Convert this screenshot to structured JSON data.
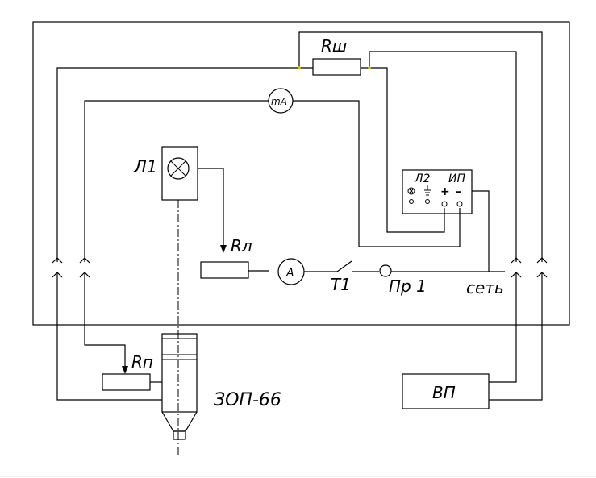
{
  "labels": {
    "shunt": "Rш",
    "milliammeter": "mA",
    "lamp": "Л1",
    "lamp_resistor": "Rл",
    "ammeter": "A",
    "switch": "Т1",
    "fuse": "Пр 1",
    "mains": "сеть",
    "indicator_lamp": "Л2",
    "power_source": "ИП",
    "plus": "+",
    "minus": "–",
    "tube_resistor": "Rп",
    "tube": "ЗОП-66",
    "hv_supply": "ВП"
  }
}
